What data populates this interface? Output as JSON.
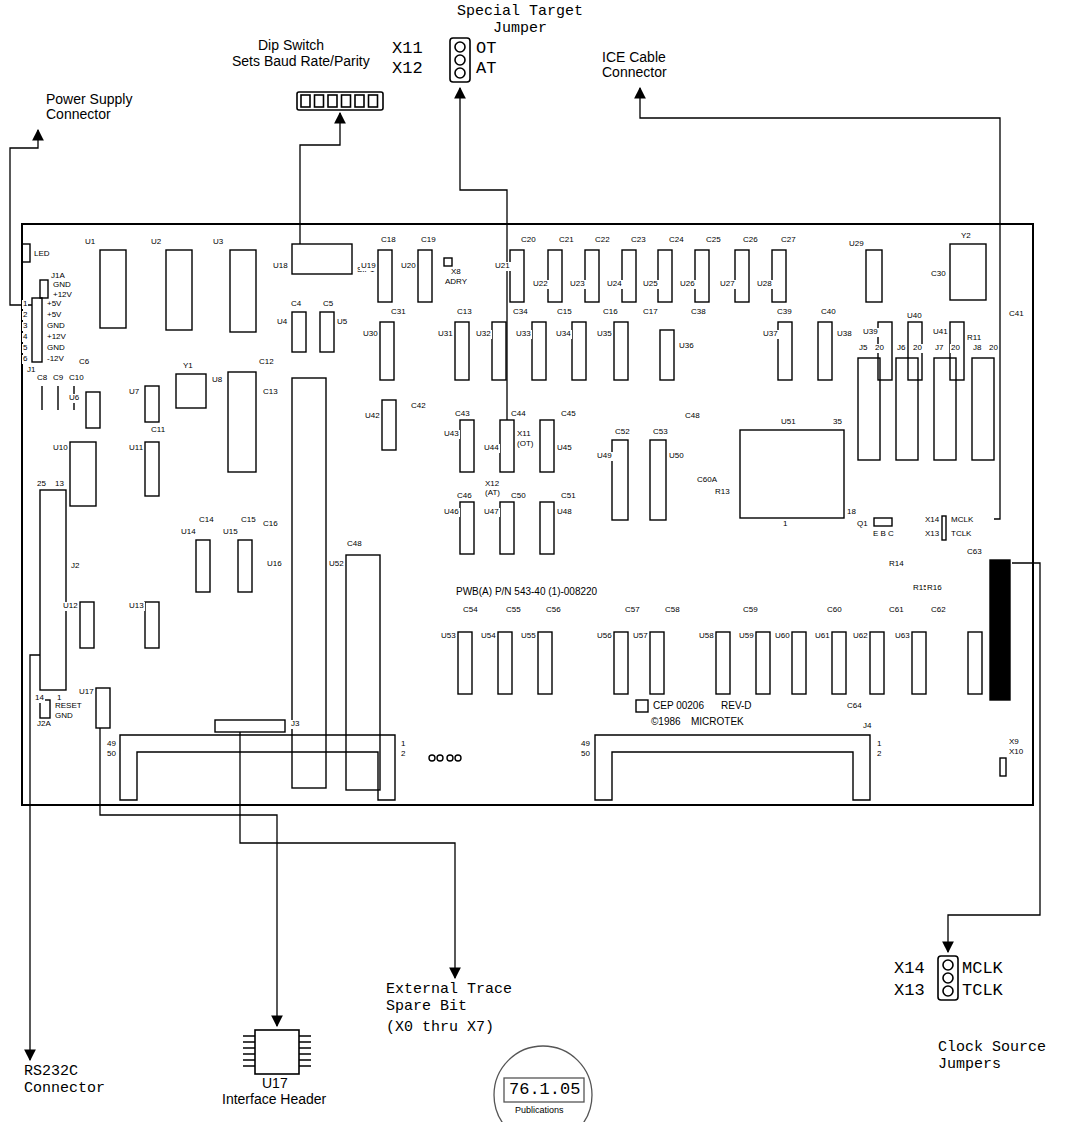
{
  "diagram": {
    "labels": [
      "Power Supply Connector",
      "Dip Switch",
      "Sets Baud Rate/Parity",
      "Special Target Jumper",
      "X11",
      "X12",
      "OT",
      "AT",
      "ICE Cable Connector",
      "RS232C Connector",
      "U17",
      "Interface Header",
      "External Trace Spare Bit",
      "(X0 thru X7)",
      "X14",
      "X13",
      "MCLK",
      "TCLK",
      "Clock Source Jumpers",
      "76.1.05",
      "Publications",
      "LED",
      "J1A",
      "GND",
      "+12V",
      "1",
      "2",
      "3",
      "4",
      "5",
      "6",
      "+5V",
      "+5V",
      "GND",
      "+12V",
      "GND",
      "-12V",
      "J1",
      "U1",
      "U2",
      "U3",
      "U18",
      "SIP1",
      "X8",
      "ADRY",
      "C18",
      "C19",
      "C20",
      "C21",
      "C22",
      "C23",
      "C24",
      "C25",
      "C26",
      "C27",
      "U19",
      "U20",
      "U21",
      "U22",
      "U23",
      "U24",
      "U25",
      "U26",
      "U27",
      "U28",
      "U29",
      "Y2",
      "C30",
      "C4",
      "C5",
      "U4",
      "U5",
      "U6",
      "U7",
      "Y1",
      "U8",
      "C6",
      "C12",
      "C8",
      "C9",
      "C10",
      "C11",
      "U10",
      "U11",
      "C13",
      "U30",
      "U31",
      "U32",
      "U33",
      "U34",
      "U35",
      "U36",
      "U37",
      "U38",
      "C31",
      "C13",
      "C34",
      "C15",
      "C16",
      "C17",
      "C38",
      "C39",
      "C40",
      "U39",
      "U40",
      "U41",
      "R11",
      "C41",
      "J5",
      "20",
      "J6",
      "20",
      "J7",
      "20",
      "J8",
      "20",
      "U42",
      "C42",
      "U43",
      "U44",
      "U45",
      "C43",
      "C44",
      "C45",
      "X11",
      "(OT)",
      "X12",
      "(AT)",
      "U46",
      "U47",
      "U48",
      "C46",
      "C50",
      "C51",
      "U49",
      "U50",
      "C52",
      "C53",
      "U51",
      "35",
      "18",
      "1",
      "C48",
      "C60A",
      "R13",
      "Q1",
      "E B C",
      "X14",
      "MCLK",
      "X13",
      "TCLK",
      "R14",
      "R15",
      "R16",
      "C63",
      "PWB(A) P/N 543-40 (1)-008220",
      "C54",
      "C55",
      "C56",
      "C57",
      "C58",
      "C59",
      "C60",
      "C61",
      "C62",
      "U53",
      "U54",
      "U55",
      "U56",
      "U57",
      "U58",
      "U59",
      "U60",
      "U61",
      "U62",
      "U63",
      "U12",
      "U13",
      "U14",
      "U15",
      "C14",
      "C15",
      "C16",
      "U16",
      "U52",
      "C48",
      "U17",
      "J2",
      "25",
      "13",
      "14",
      "1",
      "J2A",
      "RESET",
      "GND",
      "J3",
      "49",
      "50",
      "1",
      "2",
      "49",
      "50",
      "1",
      "2",
      "J4",
      "CEP 00206",
      "REV-D",
      "©1986",
      "MICROTEK",
      "X9",
      "X10",
      "C64"
    ]
  }
}
